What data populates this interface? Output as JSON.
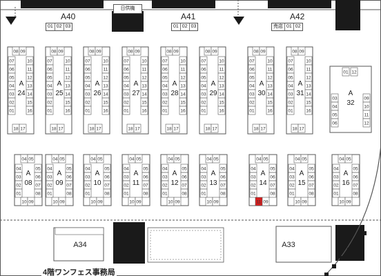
{
  "halls_top": [
    {
      "label": "A40",
      "booths": [
        "01",
        "02",
        "03"
      ]
    },
    {
      "label": "A41",
      "booths": [
        "01",
        "02",
        "03"
      ]
    },
    {
      "label": "A42",
      "booths": [
        "売店",
        "01",
        "02"
      ]
    }
  ],
  "info_label": "日供機",
  "office_label": "4階ワンフェス事務局",
  "grid_letter": "A",
  "island_labels": [
    "24",
    "25",
    "26",
    "27",
    "28",
    "29",
    "30",
    "31",
    "32",
    "08",
    "09",
    "10",
    "11",
    "12",
    "13",
    "14",
    "15",
    "16"
  ],
  "corner_labels": [
    "A34",
    "A33"
  ],
  "tall_left": [
    "07",
    "06",
    "05",
    "04",
    "03",
    "02",
    "01"
  ],
  "tall_right": [
    "10",
    "11",
    "12",
    "13",
    "14",
    "15",
    "16"
  ],
  "short_left": [
    "04",
    "03",
    "02",
    "01"
  ],
  "short_right": [
    "05",
    "06",
    "07",
    "08"
  ],
  "highlighted_booth": "11",
  "colors": {
    "highlight": "#d81e1e",
    "pillar": "#1a1a1a",
    "line": "#555555"
  }
}
